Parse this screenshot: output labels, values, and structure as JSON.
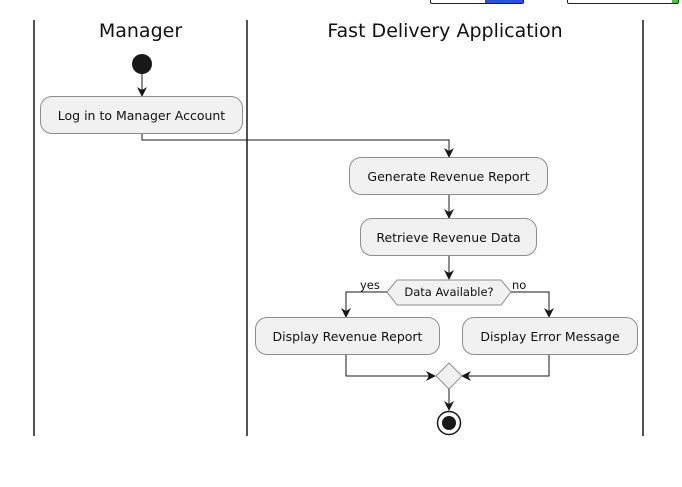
{
  "diagram": {
    "lanes": [
      {
        "title": "Manager"
      },
      {
        "title": "Fast Delivery Application"
      }
    ],
    "actions": {
      "login": "Log in to Manager Account",
      "generate": "Generate Revenue Report",
      "retrieve": "Retrieve Revenue Data",
      "display_report": "Display Revenue Report",
      "display_error": "Display Error Message"
    },
    "decision": {
      "question": "Data Available?",
      "yes_label": "yes",
      "no_label": "no"
    }
  }
}
